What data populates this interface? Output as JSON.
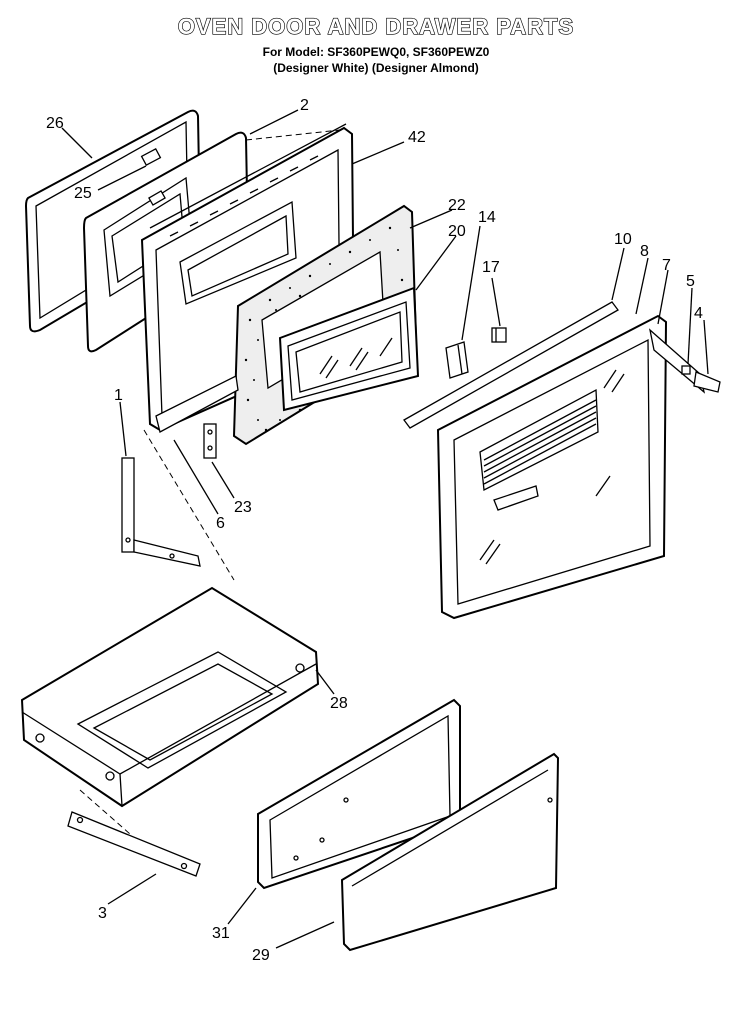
{
  "header": {
    "title": "OVEN DOOR AND DRAWER PARTS",
    "model_line": "For Model: SF360PEWQ0, SF360PEWZ0",
    "variant_line": "(Designer White)  (Designer Almond)"
  },
  "callouts": {
    "c26": "26",
    "c25": "25",
    "c2": "2",
    "c42": "42",
    "c22": "22",
    "c20": "20",
    "c14": "14",
    "c17": "17",
    "c10": "10",
    "c8": "8",
    "c7": "7",
    "c5": "5",
    "c4": "4",
    "c1": "1",
    "c23": "23",
    "c6": "6",
    "c28": "28",
    "c3": "3",
    "c31": "31",
    "c29": "29"
  }
}
